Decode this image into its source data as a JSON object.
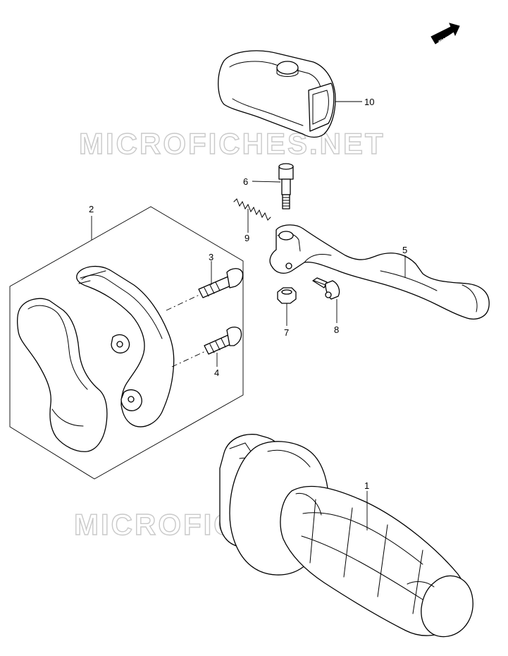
{
  "watermark": {
    "top": "MICROFICHES.NET",
    "bottom": "MICROFICHES.NET",
    "color": "#c9c9c9"
  },
  "direction_badge": "FWD",
  "callouts": [
    {
      "id": "part-1",
      "number": "1"
    },
    {
      "id": "part-2",
      "number": "2"
    },
    {
      "id": "part-3",
      "number": "3"
    },
    {
      "id": "part-4",
      "number": "4"
    },
    {
      "id": "part-5",
      "number": "5"
    },
    {
      "id": "part-6",
      "number": "6"
    },
    {
      "id": "part-7",
      "number": "7"
    },
    {
      "id": "part-8",
      "number": "8"
    },
    {
      "id": "part-9",
      "number": "9"
    },
    {
      "id": "part-10",
      "number": "10"
    }
  ]
}
